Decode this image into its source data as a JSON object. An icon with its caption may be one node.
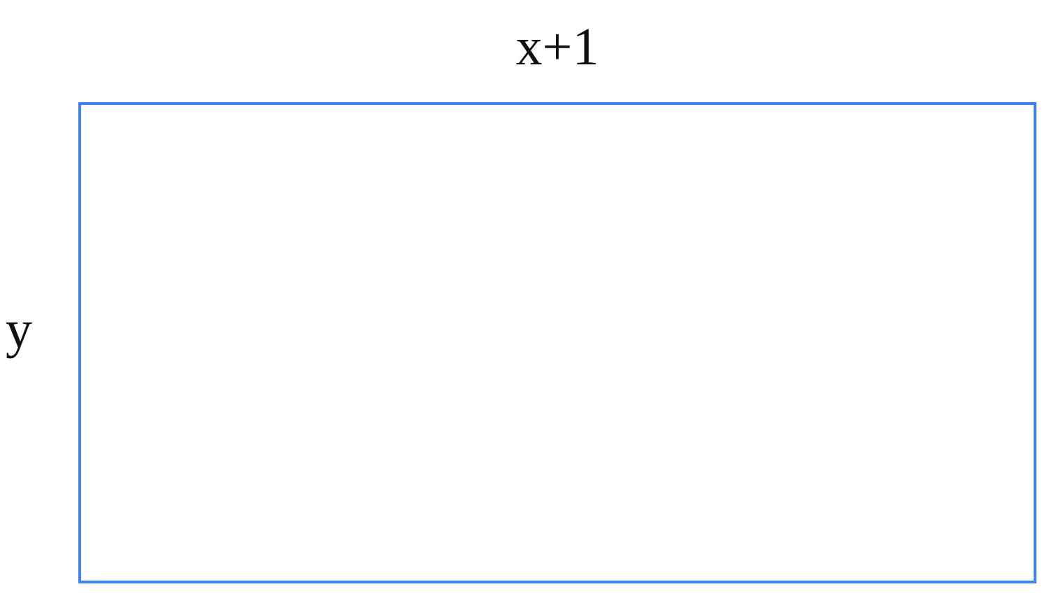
{
  "diagram": {
    "nodes": [
      {
        "text": [],
        "shape": "box",
        "beside": [
          "x+1",
          "y"
        ]
      }
    ]
  }
}
